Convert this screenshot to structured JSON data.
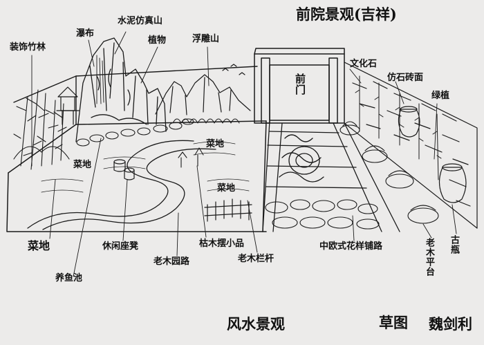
{
  "title": "前院景观(吉祥)",
  "bottom_title": "风水景观",
  "sketch_label": "草图",
  "signature": "魏剑利",
  "annotations": {
    "bamboo": "装饰竹林",
    "waterfall": "瀑布",
    "rockery": "水泥仿真山",
    "plants": "植物",
    "mural_mountain": "浮雕山",
    "gate": "前门",
    "culture_stone": "文化石",
    "brick_wall": "仿石砖面",
    "green_plants": "绿植",
    "vegetable_field_1": "菜地",
    "vegetable_field_2": "菜地",
    "vegetable_field_3": "菜地",
    "vegetable_field_left": "菜地",
    "fish_pond": "养鱼池",
    "stump_seat": "休闲座凳",
    "wood_path": "老木园路",
    "ornament": "枯木摆小品",
    "wood_fence": "老木栏杆",
    "paving": "中欧式花样铺路",
    "old_wood_platform": "老木平台",
    "jar": "古瓶"
  }
}
